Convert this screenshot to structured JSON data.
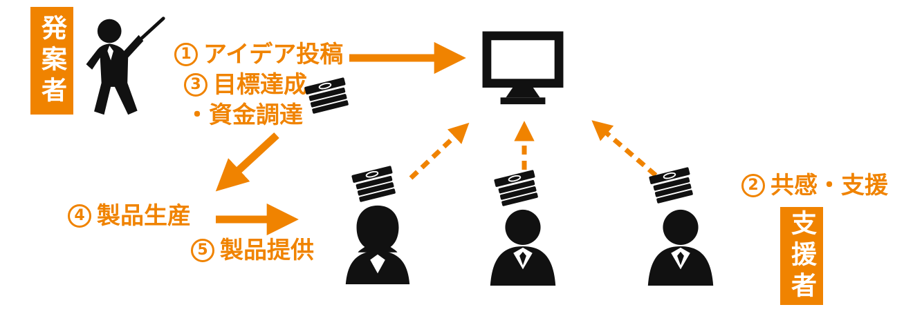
{
  "colors": {
    "accent": "#F08300",
    "ink": "#111111"
  },
  "roles": {
    "proposer": "発案者",
    "supporters": "支援者"
  },
  "steps": {
    "idea_post": {
      "num": "1",
      "label": "アイデア投稿"
    },
    "support": {
      "num": "2",
      "label": "共感・支援"
    },
    "goal": {
      "num": "3",
      "label": "目標達成",
      "label2": "・資金調達"
    },
    "production": {
      "num": "4",
      "label": "製品生産"
    },
    "delivery": {
      "num": "5",
      "label": "製品提供"
    }
  },
  "icons": {
    "proposer": "presenter-person-icon",
    "platform": "computer-monitor-icon",
    "money": "banknote-stack-icon",
    "supporter": "person-bust-icon"
  }
}
